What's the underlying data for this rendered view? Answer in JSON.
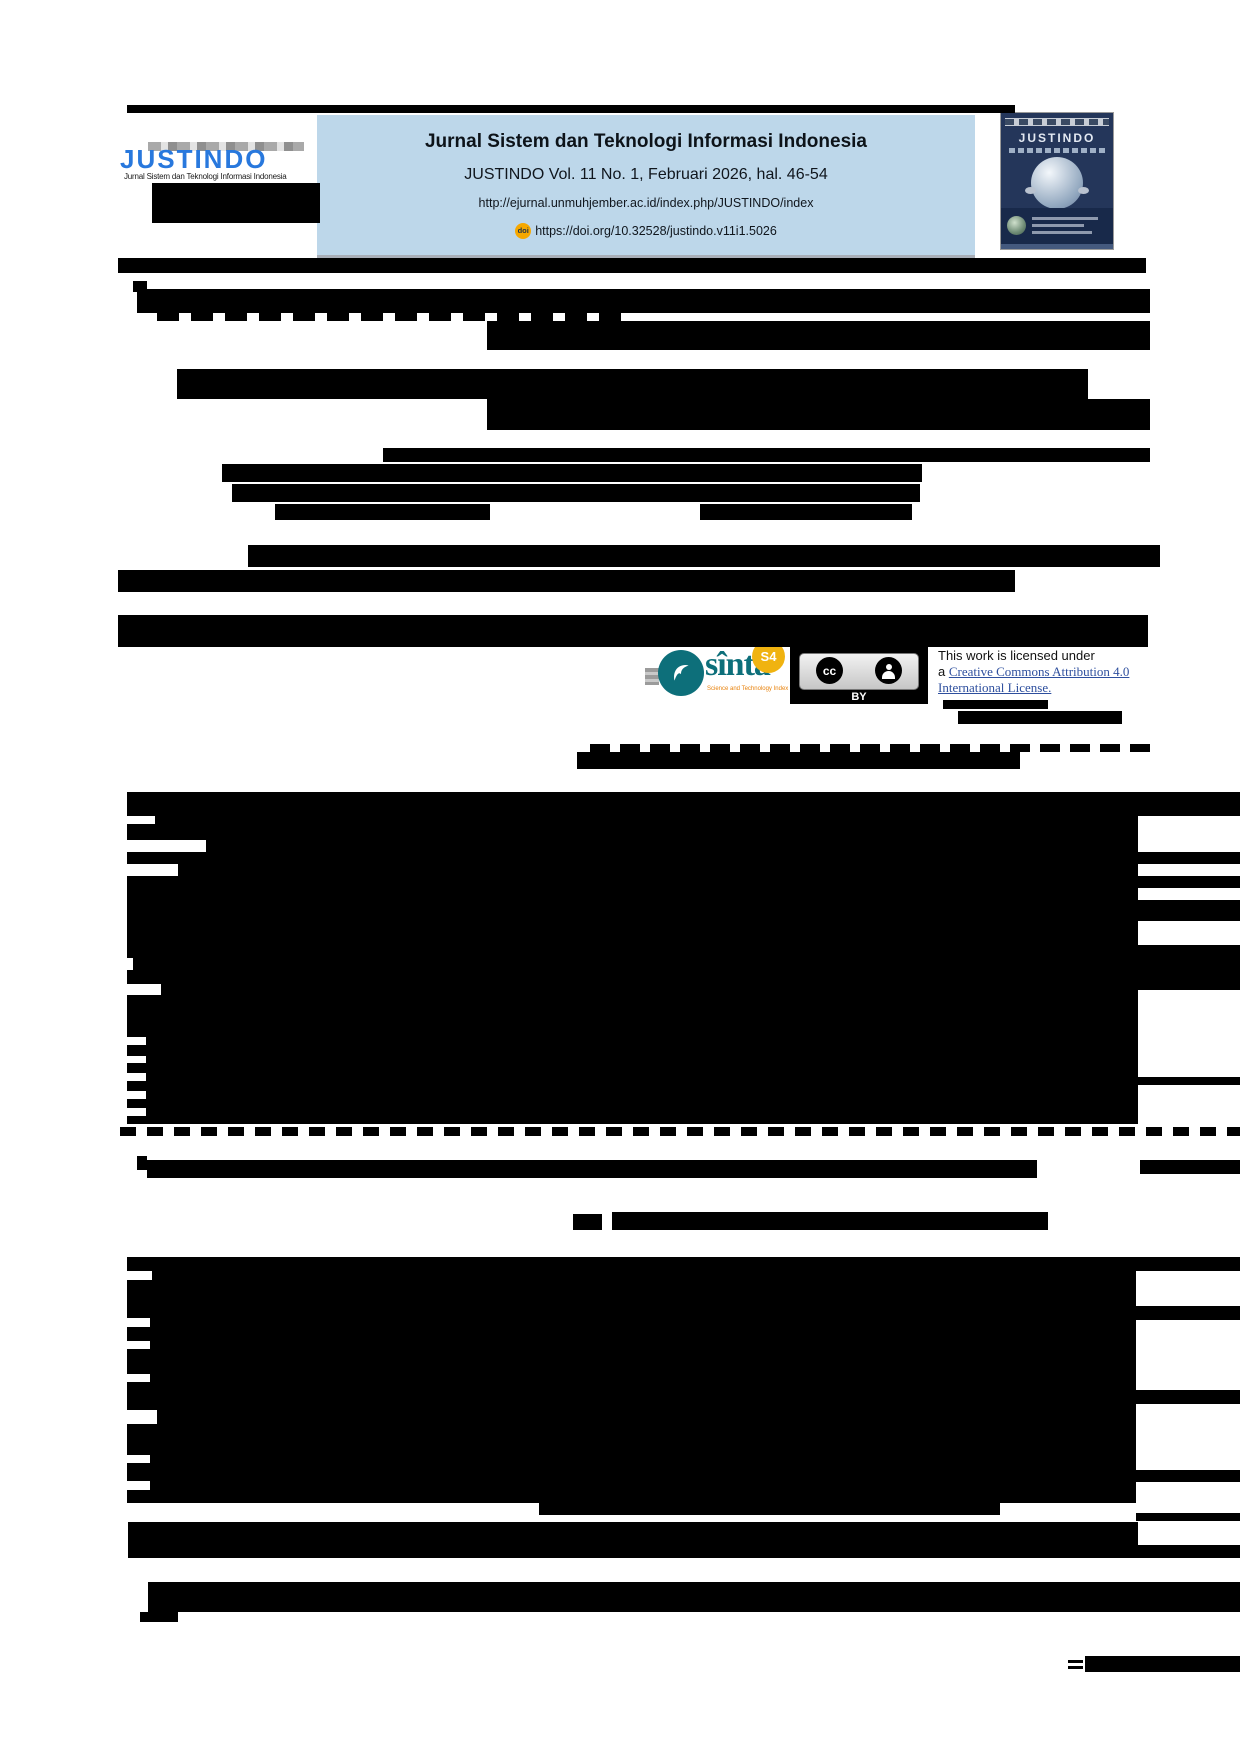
{
  "header": {
    "logo": {
      "name": "JUSTINDO",
      "tagline": "Jurnal Sistem dan Teknologi Informasi Indonesia"
    },
    "journal_box": {
      "title": "Jurnal Sistem dan Teknologi Informasi Indonesia",
      "volume_line": "JUSTINDO Vol. 11 No. 1, Februari 2026, hal. 46-54",
      "url": "http://ejurnal.unmuhjember.ac.id/index.php/JUSTINDO/index",
      "doi_label": "doi",
      "doi_url": "https://doi.org/10.32528/justindo.v11i1.5026",
      "bg_color": "#bdd7ea"
    },
    "cover": {
      "title": "JUSTINDO"
    }
  },
  "badges": {
    "sinta": {
      "word": "sînta",
      "tagline": "Science and Technology Index",
      "rank": "S4",
      "teal": "#0d6f7a",
      "orange": "#e8820c",
      "yellow": "#f0b310"
    },
    "cc": {
      "cc_text": "cc",
      "label": "BY"
    },
    "license": {
      "line1": "This work is licensed under",
      "line2_prefix": "a ",
      "link1": "Creative Commons Attribution 4.0",
      "link2": "International License.",
      "link_color": "#2e4f9e"
    }
  },
  "redactions": {
    "bars": [
      [
        127,
        105,
        888,
        8
      ],
      [
        152,
        183,
        168,
        40
      ],
      [
        118,
        258,
        1028,
        15
      ],
      [
        133,
        281,
        14,
        11
      ],
      [
        137,
        289,
        1013,
        24
      ],
      [
        487,
        321,
        663,
        29
      ],
      [
        177,
        369,
        911,
        30
      ],
      [
        487,
        399,
        663,
        31
      ],
      [
        383,
        448,
        767,
        14
      ],
      [
        222,
        464,
        700,
        18
      ],
      [
        232,
        484,
        688,
        18
      ],
      [
        275,
        504,
        215,
        16
      ],
      [
        700,
        504,
        212,
        16
      ],
      [
        248,
        545,
        912,
        22
      ],
      [
        118,
        570,
        897,
        22
      ],
      [
        118,
        615,
        1030,
        32
      ],
      [
        943,
        700,
        105,
        9
      ],
      [
        958,
        711,
        164,
        13
      ],
      [
        577,
        752,
        443,
        17
      ],
      [
        127,
        792,
        1011,
        332
      ],
      [
        1130,
        792,
        110,
        24
      ],
      [
        1130,
        852,
        110,
        12
      ],
      [
        1130,
        876,
        110,
        12
      ],
      [
        1130,
        900,
        110,
        21
      ],
      [
        1130,
        945,
        110,
        45
      ],
      [
        1130,
        1077,
        110,
        8
      ],
      [
        137,
        1156,
        10,
        14
      ],
      [
        147,
        1160,
        890,
        18
      ],
      [
        1140,
        1160,
        100,
        14
      ],
      [
        573,
        1214,
        29,
        16
      ],
      [
        612,
        1212,
        436,
        18
      ],
      [
        127,
        1257,
        1009,
        246
      ],
      [
        539,
        1503,
        461,
        12
      ],
      [
        1136,
        1257,
        104,
        14
      ],
      [
        1128,
        1306,
        112,
        14
      ],
      [
        1128,
        1390,
        112,
        14
      ],
      [
        1128,
        1470,
        112,
        12
      ],
      [
        1136,
        1513,
        104,
        8
      ],
      [
        128,
        1522,
        1010,
        36
      ],
      [
        1136,
        1545,
        104,
        13
      ],
      [
        148,
        1582,
        1092,
        30
      ],
      [
        140,
        1612,
        38,
        10
      ],
      [
        1068,
        1660,
        15,
        3
      ],
      [
        1068,
        1666,
        15,
        3
      ],
      [
        1085,
        1656,
        155,
        16
      ]
    ],
    "gaps": [
      [
        127,
        816,
        28,
        8
      ],
      [
        127,
        840,
        79,
        12
      ],
      [
        127,
        864,
        51,
        12
      ],
      [
        127,
        958,
        6,
        12
      ],
      [
        127,
        984,
        34,
        11
      ],
      [
        127,
        1037,
        19,
        8
      ],
      [
        127,
        1056,
        19,
        7
      ],
      [
        127,
        1073,
        19,
        8
      ],
      [
        127,
        1091,
        19,
        8
      ],
      [
        127,
        1108,
        19,
        8
      ],
      [
        127,
        1271,
        25,
        9
      ],
      [
        127,
        1318,
        23,
        9
      ],
      [
        127,
        1341,
        23,
        8
      ],
      [
        127,
        1374,
        23,
        8
      ],
      [
        127,
        1410,
        30,
        14
      ],
      [
        127,
        1455,
        23,
        8
      ],
      [
        127,
        1481,
        23,
        9
      ]
    ],
    "dashes": [
      [
        157,
        313,
        473,
        8,
        22,
        12
      ],
      [
        590,
        744,
        570,
        8,
        20,
        10
      ],
      [
        120,
        1127,
        1120,
        9,
        16,
        11
      ]
    ]
  }
}
